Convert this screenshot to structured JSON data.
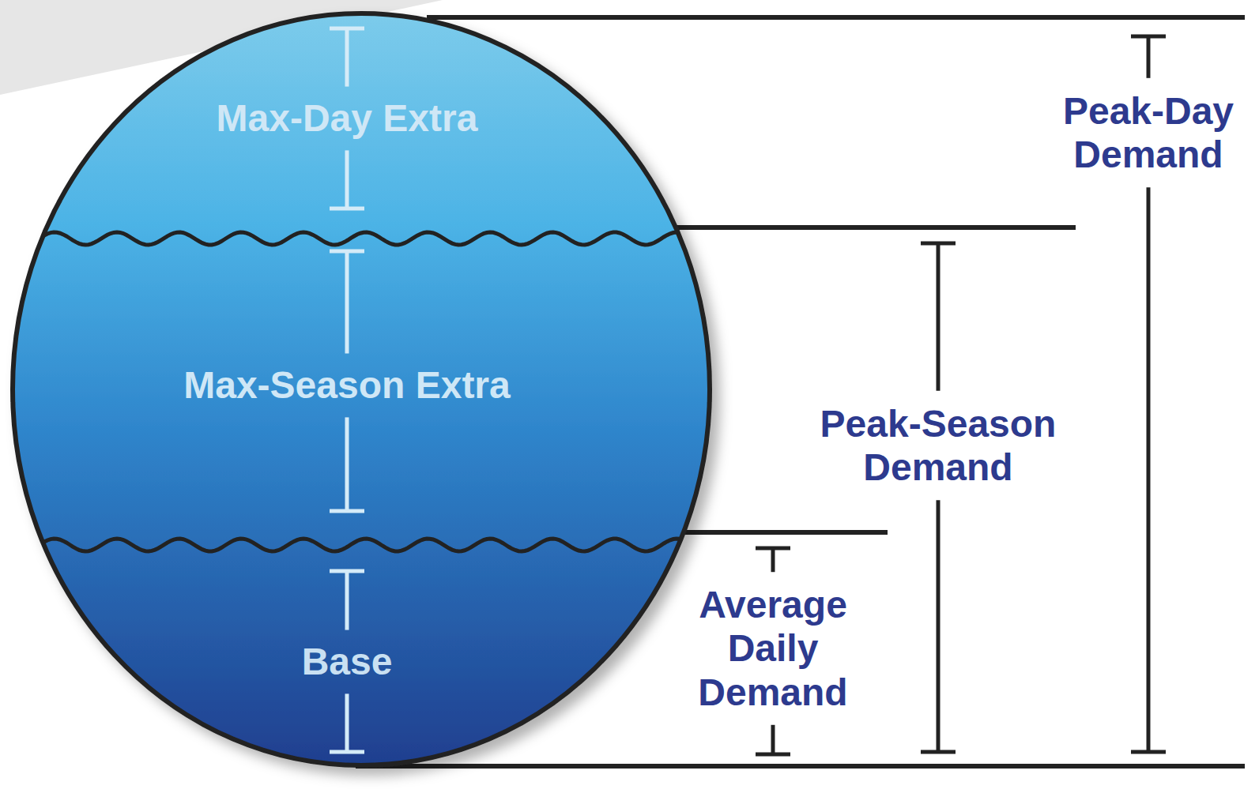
{
  "diagram": {
    "nodes": [
      {
        "text": [
          "Max-Day Extra"
        ]
      },
      {
        "text": [
          "Max-Season Extra"
        ]
      },
      {
        "text": [
          "Base"
        ]
      }
    ],
    "labels": [
      "Peak-Day Demand",
      "Peak-Season Demand",
      "Average Daily Demand"
    ]
  }
}
